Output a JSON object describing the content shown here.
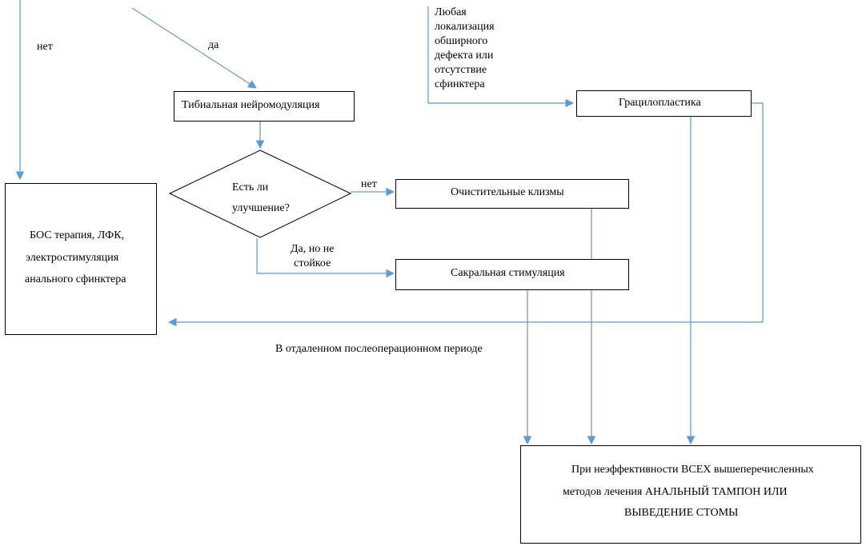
{
  "colors": {
    "connector": "#5b9bd5",
    "box_border": "#000000",
    "text": "#000000",
    "background": "#ffffff"
  },
  "nodes": {
    "tibial": "Тибиальная нейромодуляция",
    "gracilo": "Грацилопластика",
    "decision": "Есть ли\nулучшение?",
    "enemas": "Очистительные клизмы",
    "sacral": "Сакральная стимуляция",
    "bos_line1": "БОС терапия, ЛФК,",
    "bos_line2": "электростимуляция",
    "bos_line3": "анального сфинктера",
    "final_line1": "При неэффективности ВСЕХ вышеперечисленных",
    "final_line2": "методов лечения АНАЛЬНЫЙ ТАМПОН ИЛИ",
    "final_line3": "ВЫВЕДЕНИЕ СТОМЫ"
  },
  "labels": {
    "no_left": "нет",
    "yes_top": "да",
    "any_defect": "Любая\nлокализация\nобширного\nдефекта или\nотсутствие\nсфинктера",
    "no_right": "нет",
    "yes_not_stable": "Да, но не\nстойкое",
    "late_postop": "В отдаленном послеоперационном периоде"
  }
}
